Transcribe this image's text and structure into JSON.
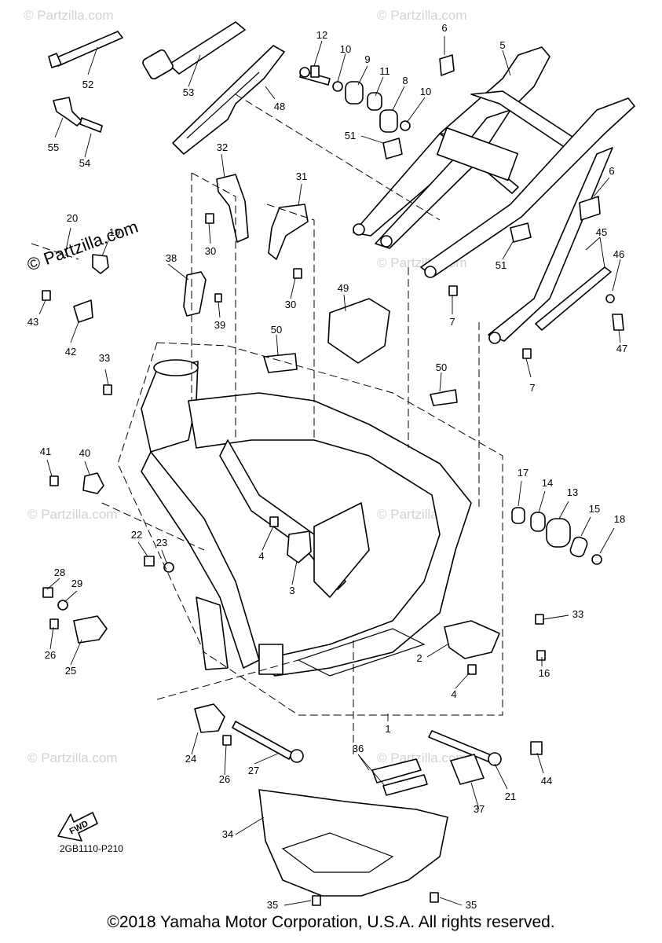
{
  "diagram": {
    "watermark_main": "© Partzilla.com",
    "watermark_faint": "© Partzilla.com",
    "drawing_code": "2GB1110-P210",
    "fwd_label": "FWD",
    "copyright": "©2018 Yamaha Motor Corporation, U.S.A. All rights reserved.",
    "callouts": {
      "c1": "1",
      "c2": "2",
      "c3": "3",
      "c4a": "4",
      "c4b": "4",
      "c5": "5",
      "c6a": "6",
      "c6b": "6",
      "c7a": "7",
      "c7b": "7",
      "c8": "8",
      "c9": "9",
      "c10a": "10",
      "c10b": "10",
      "c11": "11",
      "c12": "12",
      "c13": "13",
      "c14": "14",
      "c15": "15",
      "c16": "16",
      "c17": "17",
      "c18": "18",
      "c19": "19",
      "c20": "20",
      "c21": "21",
      "c22": "22",
      "c23": "23",
      "c24": "24",
      "c25": "25",
      "c26a": "26",
      "c26b": "26",
      "c27": "27",
      "c28": "28",
      "c29": "29",
      "c30a": "30",
      "c30b": "30",
      "c31": "31",
      "c32": "32",
      "c33a": "33",
      "c33b": "33",
      "c34": "34",
      "c35a": "35",
      "c35b": "35",
      "c36": "36",
      "c37": "37",
      "c38": "38",
      "c39": "39",
      "c40": "40",
      "c41": "41",
      "c42": "42",
      "c43": "43",
      "c44": "44",
      "c45": "45",
      "c46": "46",
      "c47": "47",
      "c48": "48",
      "c49": "49",
      "c50a": "50",
      "c50b": "50",
      "c51a": "51",
      "c51b": "51",
      "c52": "52",
      "c53": "53",
      "c54": "54",
      "c55": "55"
    }
  }
}
